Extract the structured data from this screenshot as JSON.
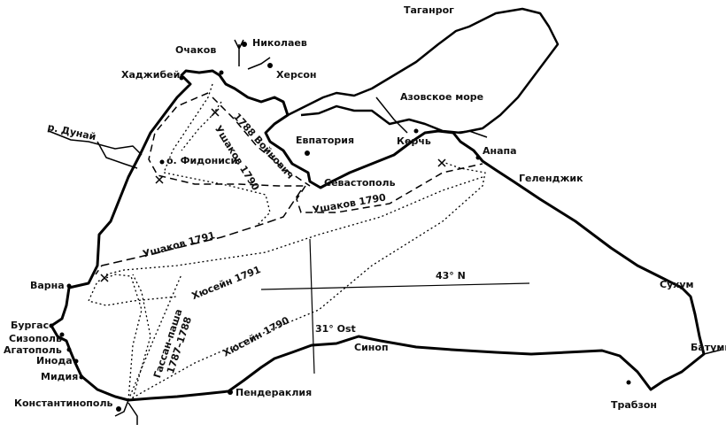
{
  "places": {
    "taganrog": "Таганрог",
    "nikolaev": "Николаев",
    "ochakov": "Очаков",
    "khadzhibey": "Хаджибей",
    "kherson": "Херсон",
    "azov_sea": "Азовское море",
    "danube": "р. Дунай",
    "evpatoria": "Евпатория",
    "kerch": "Керчь",
    "anapa": "Анапа",
    "fidonisi": "о. Фидониси",
    "sevastopol": "Севастополь",
    "gelendzhik": "Геленджик",
    "varna": "Варна",
    "sukhum": "Сухум",
    "burgas": "Бургас",
    "sizopol": "Сизополь",
    "agatopol": "Агатополь",
    "inoda": "Инода",
    "midiya": "Мидия",
    "sinop": "Синоп",
    "batumi": "Батуми",
    "penderaklia": "Пендераклия",
    "constantinople": "Константинополь",
    "trabzon": "Трабзон"
  },
  "routes": {
    "voinovich_1788": "1788 Войнович",
    "ushakov_1790_a": "Ушаков 1790",
    "ushakov_1790_b": "Ушаков 1790",
    "ushakov_1791": "Ушаков 1791",
    "husein_1791": "Хюсейн 1791",
    "husein_1790": "Хюсейн 1790",
    "gassan_pasha": "Гассан-паша",
    "gassan_years": "1787–1788"
  },
  "grid": {
    "latitude": "43° N",
    "longitude": "31° Ost"
  }
}
